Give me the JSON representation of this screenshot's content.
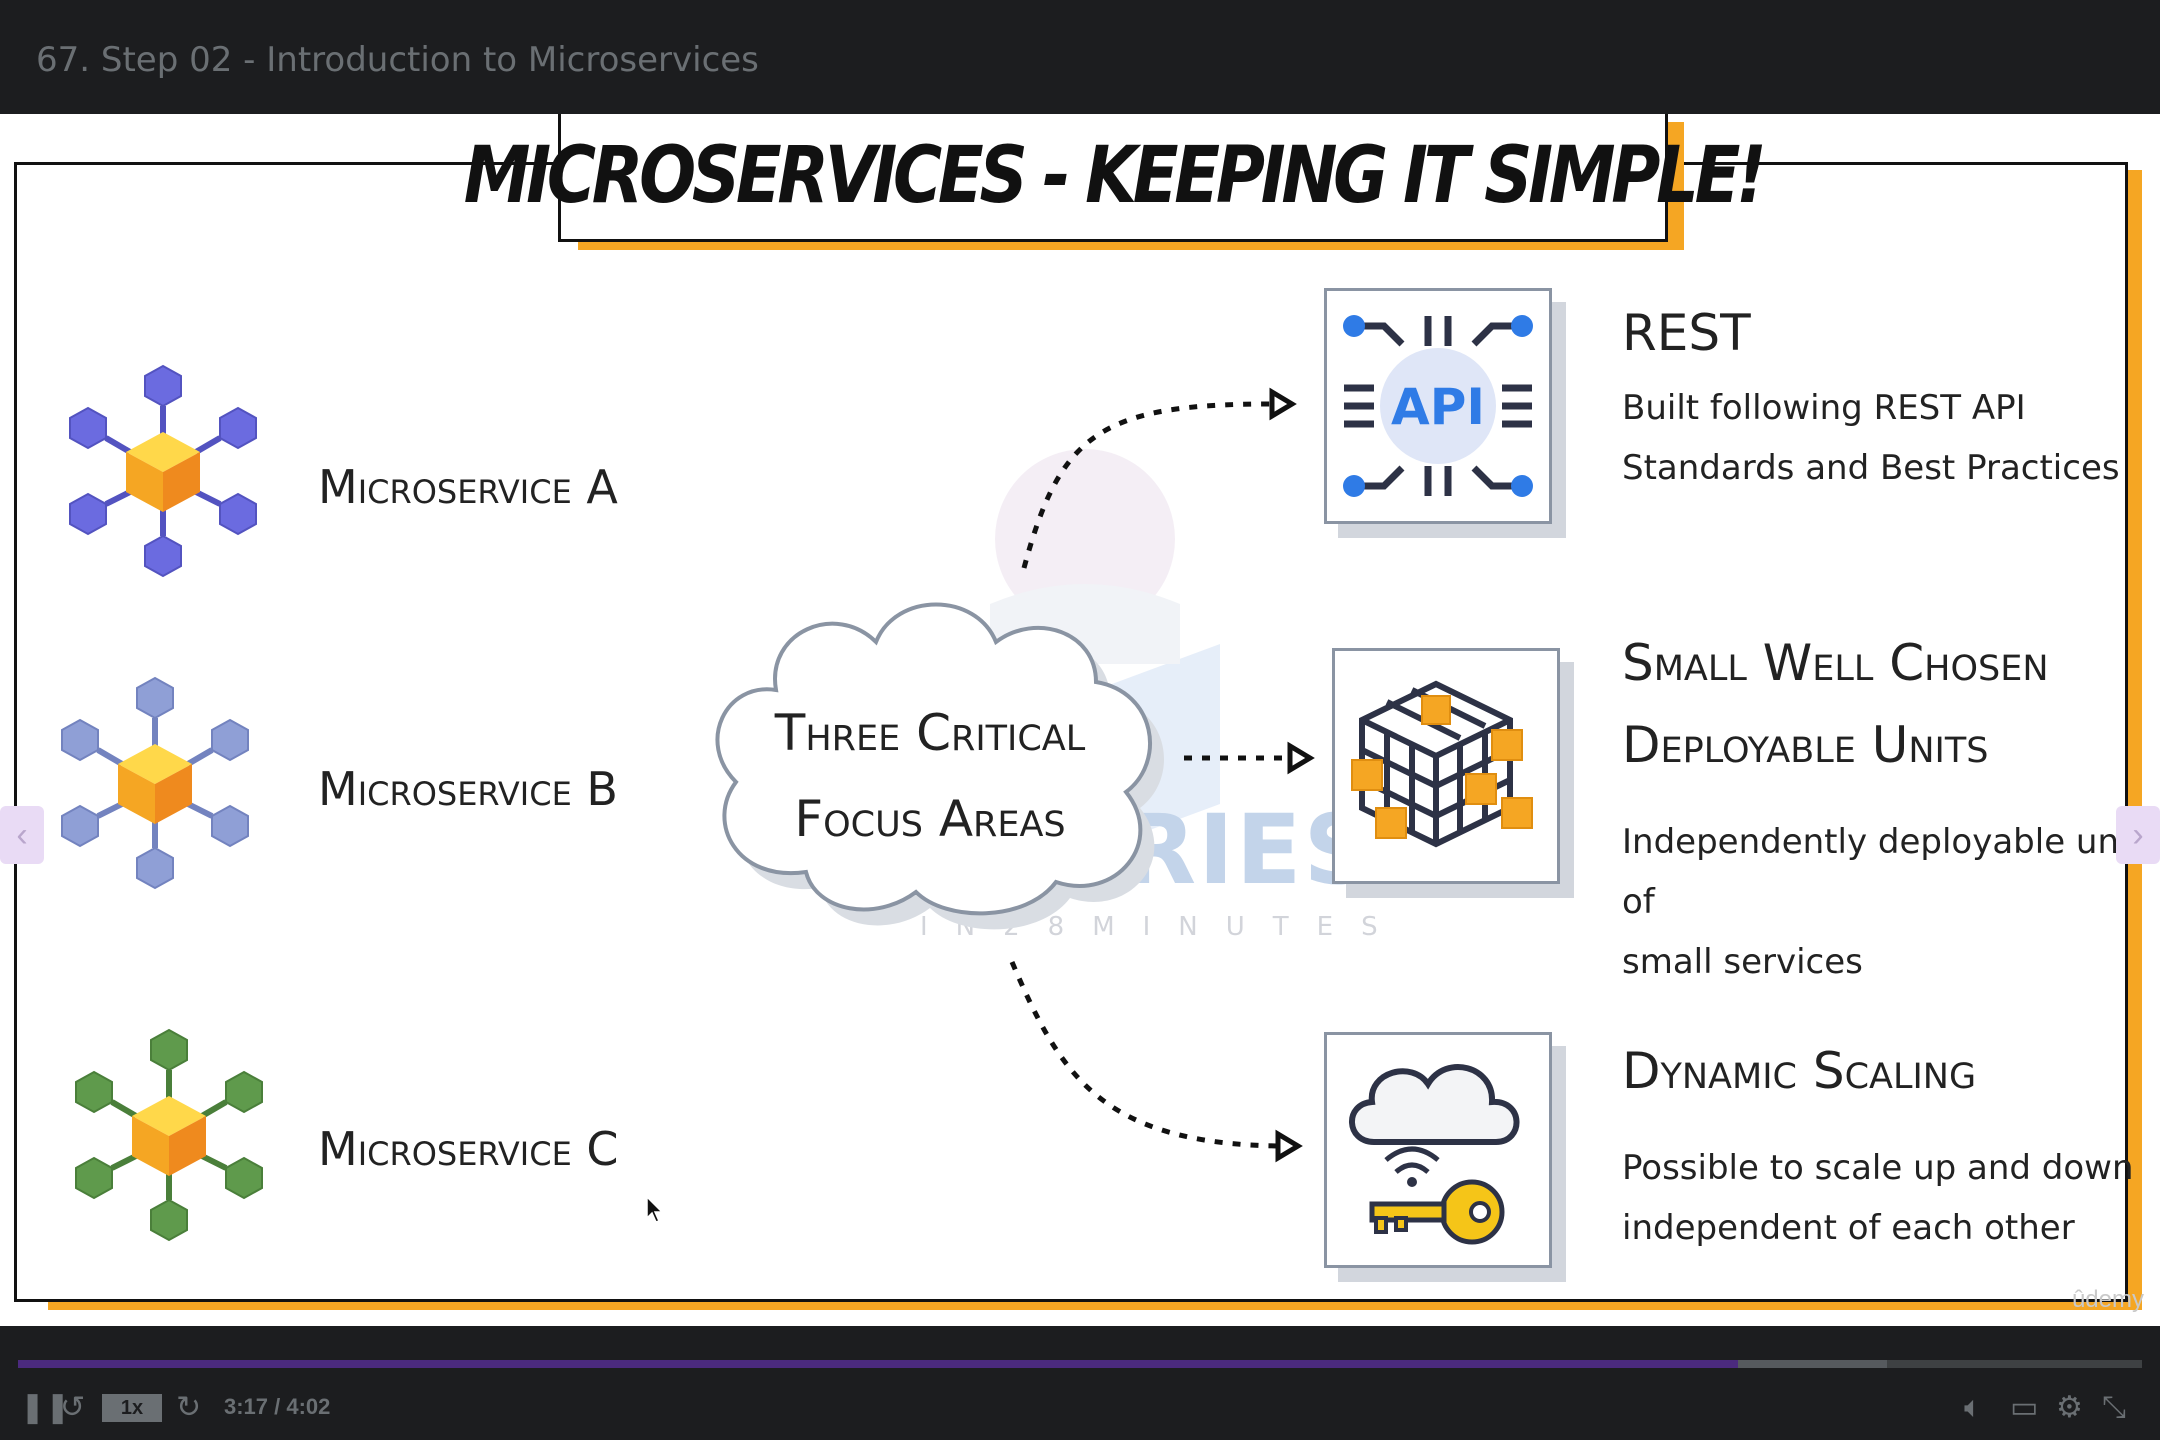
{
  "window": {
    "title": "67. Step 02 - Introduction to Microservices"
  },
  "slide": {
    "title": "MICROSERVICES - KEEPING IT SIMPLE!",
    "microservices": [
      {
        "label": "Microservice A",
        "color": "#6b6be0"
      },
      {
        "label": "Microservice B",
        "color": "#8f9fd6"
      },
      {
        "label": "Microservice C",
        "color": "#5f9a4c"
      }
    ],
    "center": {
      "line1": "Three Critical",
      "line2": "Focus Areas"
    },
    "areas": [
      {
        "heading": "REST",
        "description_line1": "Built following REST API",
        "description_line2": "Standards and Best Practices",
        "icon": "api-chip-icon"
      },
      {
        "heading_line1": "Small Well Chosen",
        "heading_line2": "Deployable Units",
        "description_line1": "Independently deployable units of",
        "description_line2": "small services",
        "icon": "cube-grid-icon"
      },
      {
        "heading": "Dynamic Scaling",
        "description_line1": "Possible to scale up and down",
        "description_line2": "independent of each other",
        "icon": "cloud-key-icon"
      }
    ],
    "api_label": "API",
    "watermark": {
      "main": "STORIES",
      "sub": "IN28MINUTES"
    },
    "brand_mark": "ûdemy"
  },
  "player": {
    "playback_rate": "1x",
    "time": "3:17 / 4:02",
    "progress_fraction": 0.81,
    "buffered_fraction": 0.88,
    "accent": "#4b2a7e"
  }
}
